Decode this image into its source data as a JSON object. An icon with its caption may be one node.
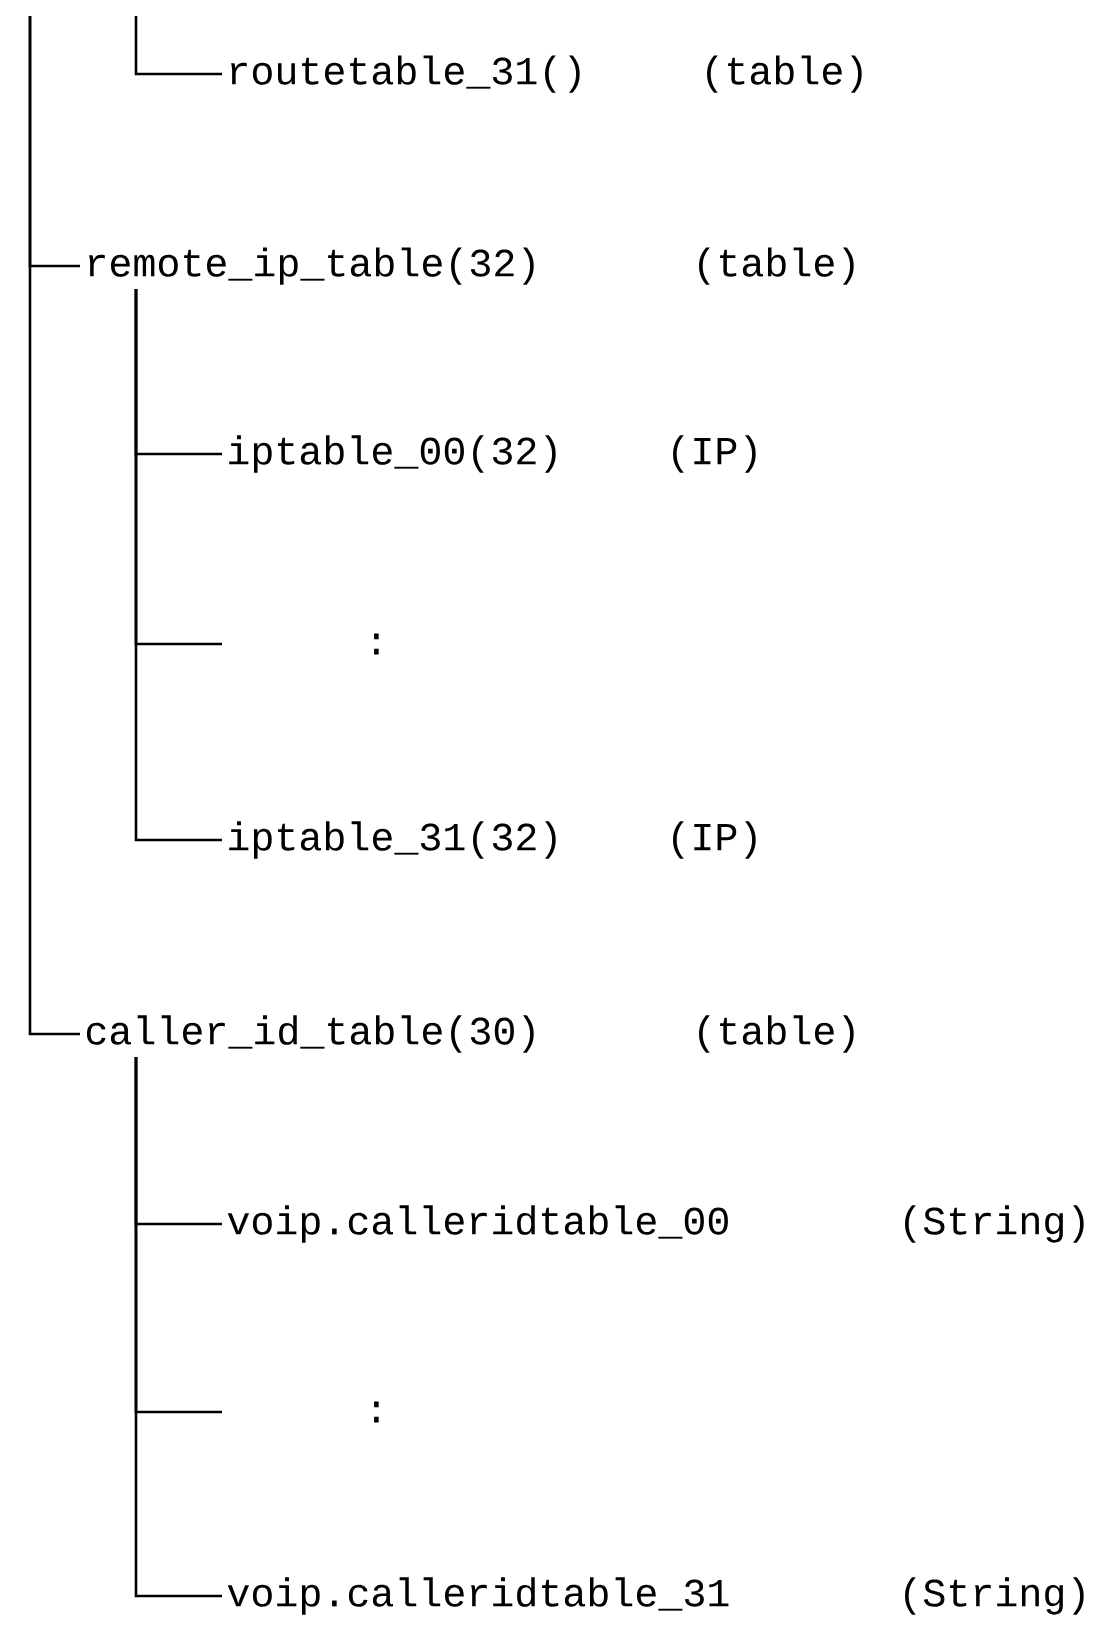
{
  "diagram": {
    "nodes": [
      {
        "text": [
          "routetable_31()",
          "(table)"
        ]
      },
      {
        "text": [
          "remote_ip_table(32)",
          "(table)"
        ]
      },
      {
        "text": [
          "iptable_00(32)",
          "(IP)"
        ]
      },
      {
        "text": [
          ":"
        ]
      },
      {
        "text": [
          "iptable_31(32)",
          "(IP)"
        ]
      },
      {
        "text": [
          "caller_id_table(30)",
          "(table)"
        ]
      },
      {
        "text": [
          "voip.calleridtable_00",
          "(String)"
        ]
      },
      {
        "text": [
          ":"
        ]
      },
      {
        "text": [
          "voip.calleridtable_31",
          "(String)"
        ]
      }
    ],
    "edges": [
      {
        "from": null,
        "to": 0,
        "arrow": "none"
      },
      {
        "from": null,
        "to": 1,
        "arrow": "none"
      },
      {
        "from": 1,
        "to": 2,
        "arrow": "none"
      },
      {
        "from": 1,
        "to": 3,
        "arrow": "none"
      },
      {
        "from": 1,
        "to": 4,
        "arrow": "none"
      },
      {
        "from": null,
        "to": 5,
        "arrow": "none"
      },
      {
        "from": 5,
        "to": 6,
        "arrow": "none"
      },
      {
        "from": 5,
        "to": 7,
        "arrow": "none"
      },
      {
        "from": 5,
        "to": 8,
        "arrow": "none"
      }
    ]
  }
}
